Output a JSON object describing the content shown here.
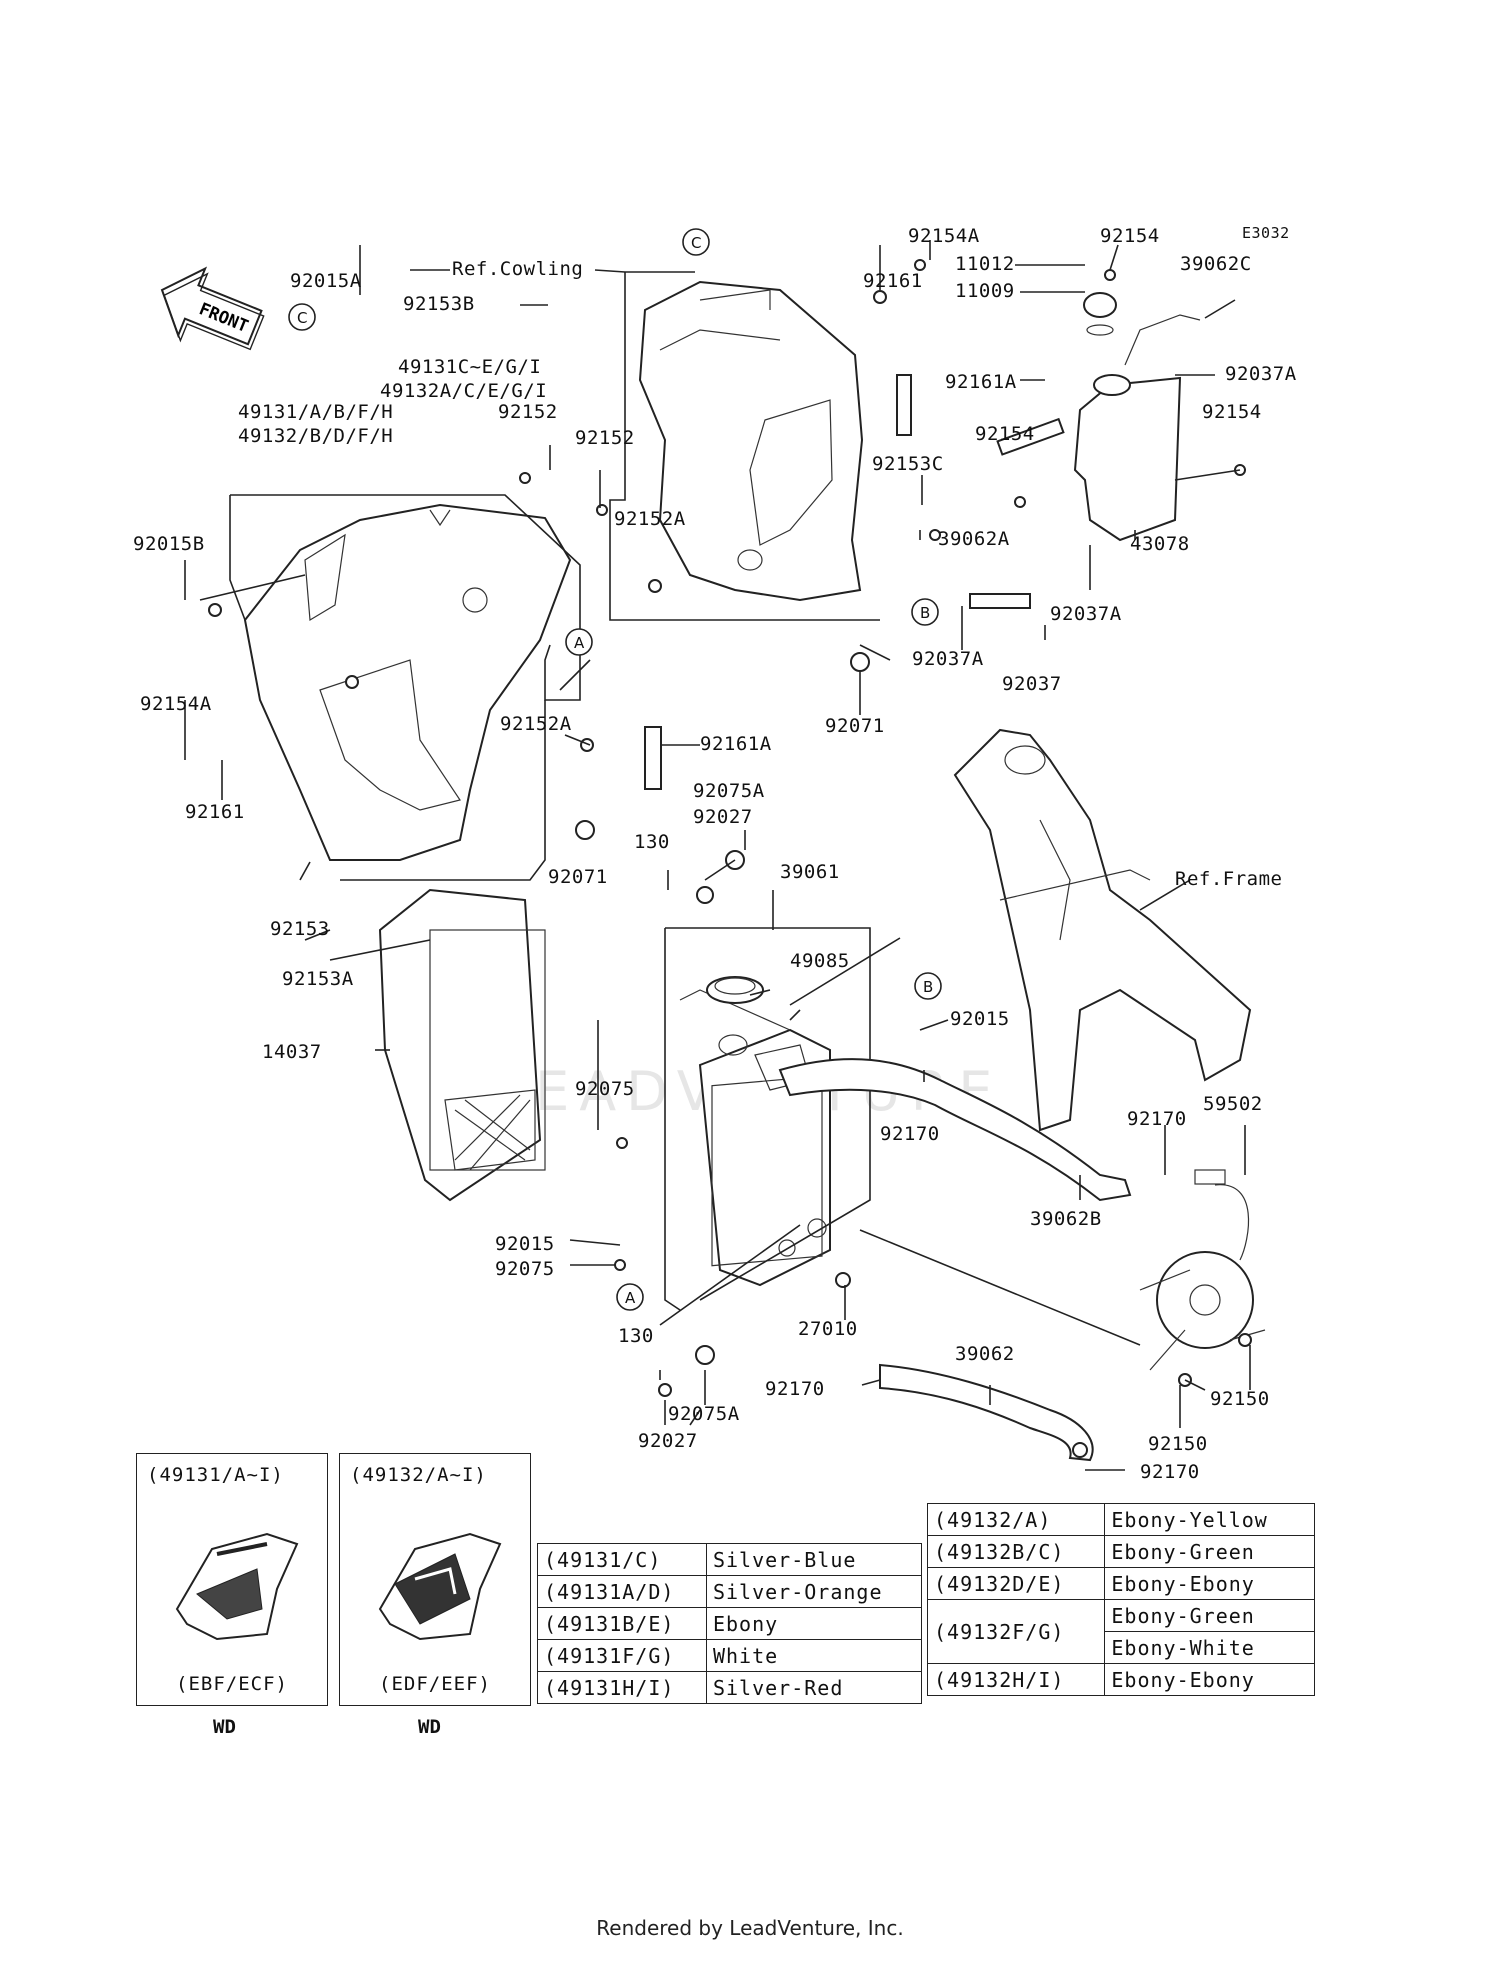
{
  "diagram_code": "E3032",
  "front_label": "FRONT",
  "watermark": "LEADVENTURE",
  "callouts": {
    "a": "A",
    "b": "B",
    "c": "C"
  },
  "labels": {
    "p92015A": "92015A",
    "ref_cowling": "Ref.Cowling",
    "p92153B": "92153B",
    "p92154A_top": "92154A",
    "p92161_top": "92161",
    "p11012": "11012",
    "p11009": "11009",
    "p92154_top": "92154",
    "p39062C": "39062C",
    "p49131C": "49131C~E/G/I",
    "p49132A": "49132A/C/E/G/I",
    "p92161A_top": "92161A",
    "p92037A_r": "92037A",
    "p49131": "49131/A/B/F/H",
    "p49132": "49132/B/D/F/H",
    "p92152_a": "92152",
    "p92152_b": "92152",
    "p92154_l": "92154",
    "p92154_r": "92154",
    "p92153C": "92153C",
    "p92015B": "92015B",
    "p92152A_top": "92152A",
    "p39062A": "39062A",
    "p43078": "43078",
    "p92037A_m": "92037A",
    "p92037A_b": "92037A",
    "p92037": "92037",
    "p92071_top": "92071",
    "p92154A_l": "92154A",
    "p92152A_mid": "92152A",
    "p92161A_mid": "92161A",
    "p92161_l": "92161",
    "p92075A_top": "92075A",
    "p92027_top": "92027",
    "p130_top": "130",
    "p39061": "39061",
    "p92071_mid": "92071",
    "ref_frame": "Ref.Frame",
    "p92153": "92153",
    "p49085": "49085",
    "p92153A": "92153A",
    "p92015_r": "92015",
    "p14037": "14037",
    "p92075_mid": "92075",
    "p92170_mid": "92170",
    "p92170_r": "92170",
    "p59502": "59502",
    "p39062B": "39062B",
    "p92015_l": "92015",
    "p92075_l": "92075",
    "p27010": "27010",
    "p130_bot": "130",
    "p39062": "39062",
    "p92170_bot": "92170",
    "p92150_r": "92150",
    "p92150_b": "92150",
    "p92075A_bot": "92075A",
    "p92027_bot": "92027",
    "p92170_last": "92170"
  },
  "variants": [
    {
      "title": "(49131/A~I)",
      "code": "(EBF/ECF)",
      "market": "WD"
    },
    {
      "title": "(49132/A~I)",
      "code": "(EDF/EEF)",
      "market": "WD"
    }
  ],
  "color_table_49131": [
    {
      "part": "(49131/C)",
      "color": "Silver-Blue"
    },
    {
      "part": "(49131A/D)",
      "color": "Silver-Orange"
    },
    {
      "part": "(49131B/E)",
      "color": "Ebony"
    },
    {
      "part": "(49131F/G)",
      "color": "White"
    },
    {
      "part": "(49131H/I)",
      "color": "Silver-Red"
    }
  ],
  "color_table_49132": [
    {
      "part": "(49132/A)",
      "color": "Ebony-Yellow"
    },
    {
      "part": "(49132B/C)",
      "color": "Ebony-Green"
    },
    {
      "part": "(49132D/E)",
      "color": "Ebony-Ebony"
    },
    {
      "part": "(49132F/G)",
      "color": "Ebony-Green",
      "color2": "Ebony-White"
    },
    {
      "part": "(49132H/I)",
      "color": "Ebony-Ebony"
    }
  ],
  "footer": "Rendered by LeadVenture, Inc."
}
